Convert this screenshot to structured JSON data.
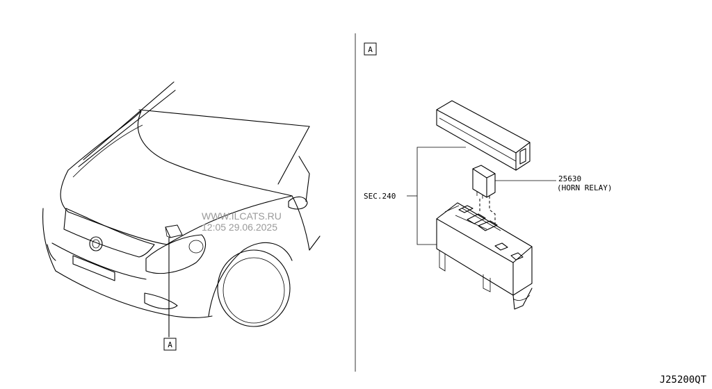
{
  "callouts": {
    "left_ref": "A",
    "right_ref": "A"
  },
  "parts": {
    "sec_ref": "SEC.240",
    "part_number": "25630",
    "part_name": "(HORN RELAY)"
  },
  "watermark": {
    "line1": "WWW.ILCATS.RU",
    "line2": "12:05 29.06.2025"
  },
  "diagram_code": "J25200QT"
}
